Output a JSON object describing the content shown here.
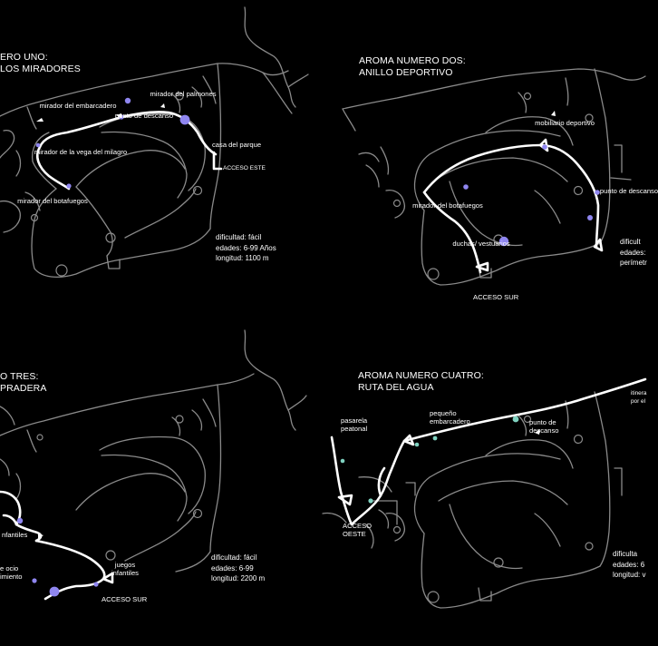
{
  "colors": {
    "background": "#000000",
    "roads": "#8a8a8a",
    "route": "#ffffff",
    "poi_purple": "#8f86f0",
    "poi_teal": "#7fd2c0"
  },
  "panels": [
    {
      "id": "uno",
      "title_line1": "ERO UNO:",
      "title_line2": "LOS MIRADORES",
      "poi_color": "#8f86f0",
      "labels": [
        "mirador del embarcadero",
        "mirador del palmones",
        "punto de descanso",
        "mirador de la vega del milagro",
        "casa del parque",
        "ACCESO ESTE",
        "mirador del botafuegos"
      ],
      "info": [
        "dificultad: fácil",
        "edades: 6-99 Años",
        "longitud: 1100 m"
      ]
    },
    {
      "id": "dos",
      "title_line1": "AROMA NUMERO DOS:",
      "title_line2": "ANILLO DEPORTIVO",
      "poi_color": "#8f86f0",
      "labels": [
        "mobiliario deportivo",
        "punto de descanso",
        "mirador del botafuegos",
        "duchas/ vestuarios",
        "ACCESO SUR"
      ],
      "info": [
        "dificult",
        "edades:",
        "perímetr"
      ]
    },
    {
      "id": "tres",
      "title_line1": "O TRES:",
      "title_line2": "PRADERA",
      "poi_color": "#8f86f0",
      "labels": [
        "nfantiles",
        "e ocio imiento",
        "juegos infantiles",
        "ACCESO SUR"
      ],
      "info": [
        "dificultad: fácil",
        "edades: 6-99",
        "longitud: 2200 m"
      ]
    },
    {
      "id": "cuatro",
      "title_line1": "AROMA NUMERO CUATRO:",
      "title_line2": "RUTA DEL AGUA",
      "poi_color": "#7fd2c0",
      "labels": [
        "pasarela peatonal",
        "pequeño embarcadero",
        "punto de descanso",
        "itinera por el",
        "ACCESO OESTE"
      ],
      "info": [
        "dificulta",
        "edades: 6",
        "longitud: v"
      ]
    }
  ]
}
